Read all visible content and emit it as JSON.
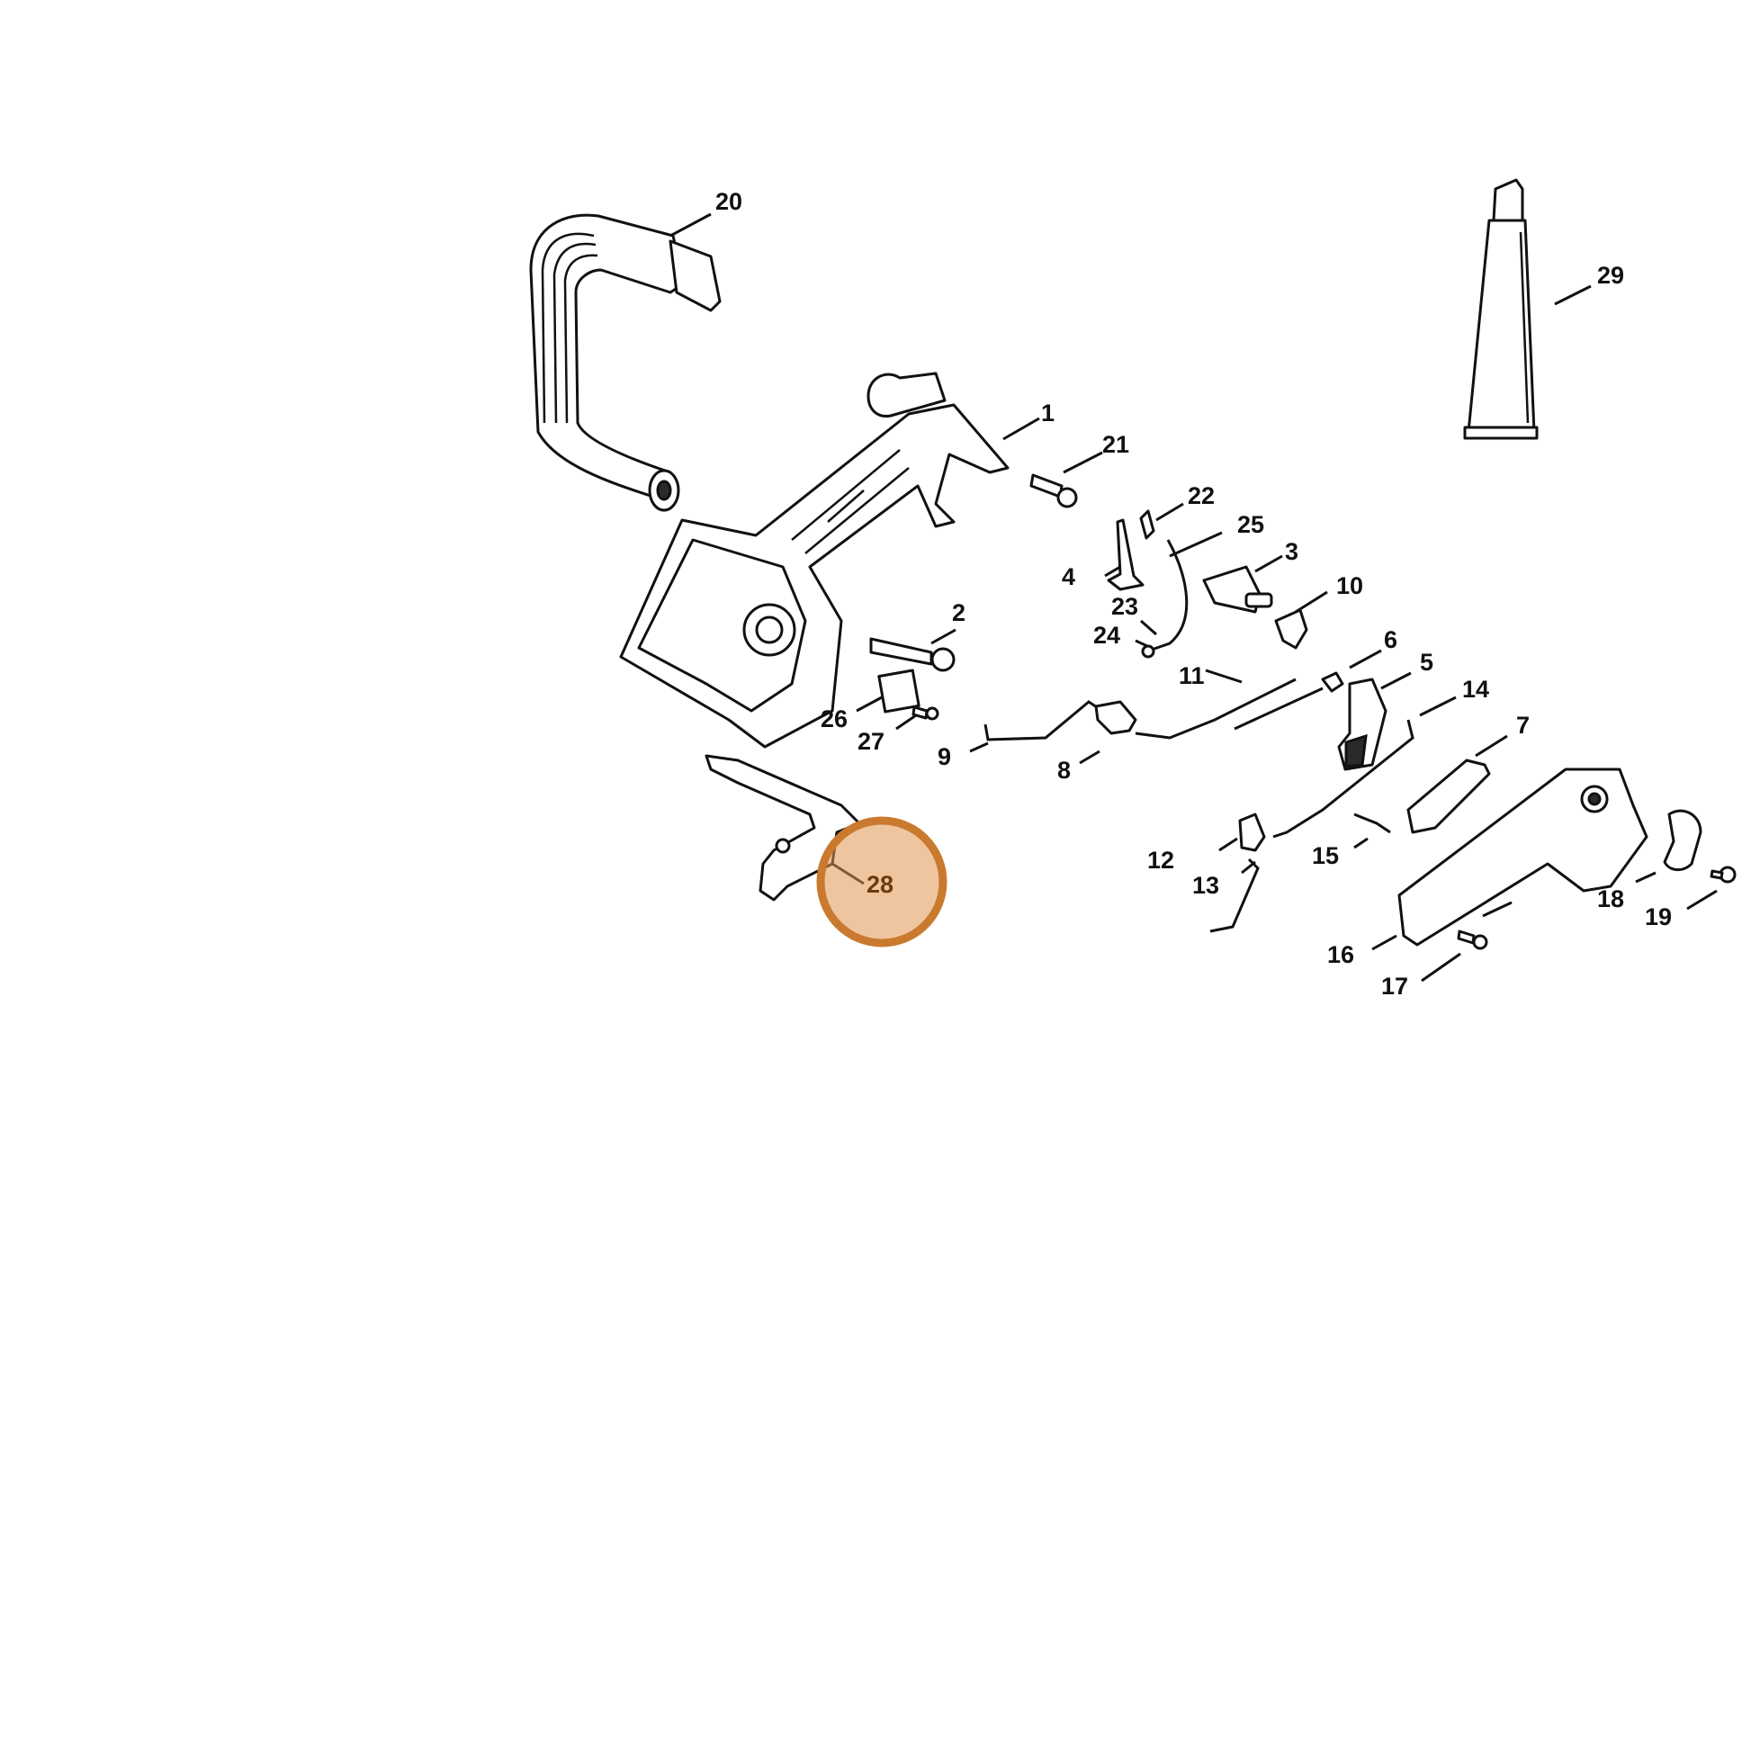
{
  "diagram": {
    "highlight_color": "#e0a070",
    "highlighted_part": "28",
    "parts": [
      {
        "id": "1",
        "label": "1"
      },
      {
        "id": "2",
        "label": "2"
      },
      {
        "id": "3",
        "label": "3"
      },
      {
        "id": "4",
        "label": "4"
      },
      {
        "id": "5",
        "label": "5"
      },
      {
        "id": "6",
        "label": "6"
      },
      {
        "id": "7",
        "label": "7"
      },
      {
        "id": "8",
        "label": "8"
      },
      {
        "id": "9",
        "label": "9"
      },
      {
        "id": "10",
        "label": "10"
      },
      {
        "id": "11",
        "label": "11"
      },
      {
        "id": "12",
        "label": "12"
      },
      {
        "id": "13",
        "label": "13"
      },
      {
        "id": "14",
        "label": "14"
      },
      {
        "id": "15",
        "label": "15"
      },
      {
        "id": "16",
        "label": "16"
      },
      {
        "id": "17",
        "label": "17"
      },
      {
        "id": "18",
        "label": "18"
      },
      {
        "id": "19",
        "label": "19"
      },
      {
        "id": "20",
        "label": "20"
      },
      {
        "id": "21",
        "label": "21"
      },
      {
        "id": "22",
        "label": "22"
      },
      {
        "id": "23",
        "label": "23"
      },
      {
        "id": "24",
        "label": "24"
      },
      {
        "id": "25",
        "label": "25"
      },
      {
        "id": "26",
        "label": "26"
      },
      {
        "id": "27",
        "label": "27"
      },
      {
        "id": "28",
        "label": "28"
      },
      {
        "id": "29",
        "label": "29"
      }
    ]
  }
}
